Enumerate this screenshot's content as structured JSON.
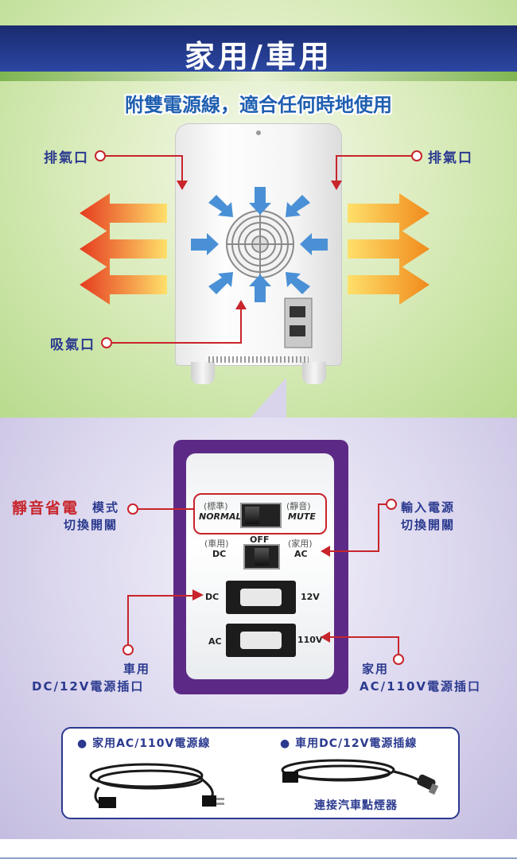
{
  "header": {
    "title": "家用/車用",
    "subtitle": "附雙電源線，適合任何時地使用"
  },
  "fridge_labels": {
    "exhaust_left": "排氣口",
    "exhaust_right": "排氣口",
    "intake": "吸氣口"
  },
  "panel": {
    "mode_left_paren": "(標準)",
    "mode_left": "NORMAL",
    "mode_right_paren": "(靜音)",
    "mode_right": "MUTE",
    "off": "OFF",
    "src_left_paren": "(車用)",
    "src_left": "DC",
    "src_right_paren": "(家用)",
    "src_right": "AC",
    "socket_dc_label": "DC",
    "socket_dc_volt": "12V",
    "socket_ac_label": "AC",
    "socket_ac_volt": "110V"
  },
  "callouts": {
    "mode_highlight": "靜音省電",
    "mode_suffix": "模式",
    "mode_line2": "切換開關",
    "input_line1": "輸入電源",
    "input_line2": "切換開關",
    "car_line1": "車用",
    "car_line2": "DC/12V電源插口",
    "home_line1": "家用",
    "home_line2": "AC/110V電源插口"
  },
  "accessories": {
    "home_cable": "家用AC/110V電源線",
    "car_cable": "車用DC/12V電源插線",
    "car_note": "連接汽車點煙器"
  },
  "colors": {
    "banner": "#1a2a6e",
    "accent_red": "#c8242b",
    "text_blue": "#2b3a8f",
    "panel_purple": "#5c2a86"
  }
}
